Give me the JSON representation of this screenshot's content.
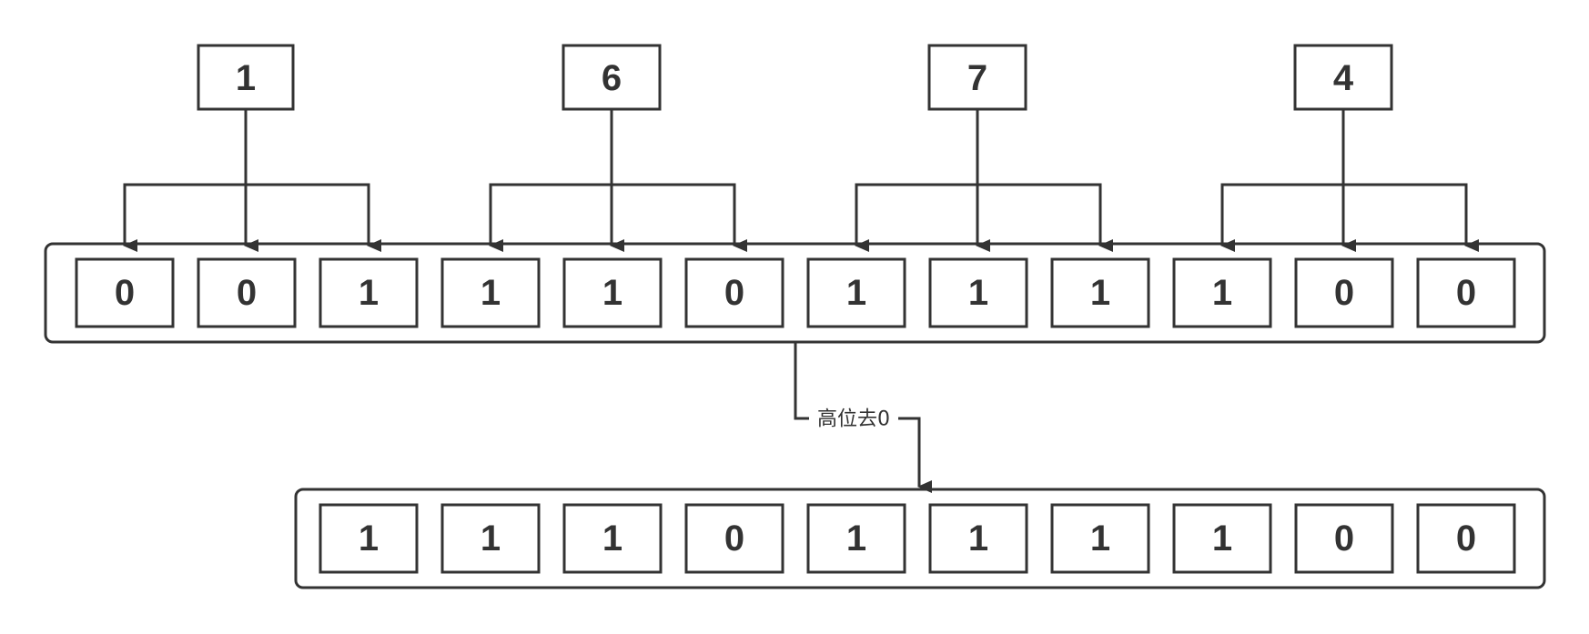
{
  "octal_digits": [
    "1",
    "6",
    "7",
    "4"
  ],
  "binary_bits": [
    "0",
    "0",
    "1",
    "1",
    "1",
    "0",
    "1",
    "1",
    "1",
    "1",
    "0",
    "0"
  ],
  "result_bits": [
    "1",
    "1",
    "1",
    "0",
    "1",
    "1",
    "1",
    "1",
    "0",
    "0"
  ],
  "edge_label": "高位去0",
  "colors": {
    "stroke": "#333333",
    "background": "#ffffff"
  }
}
